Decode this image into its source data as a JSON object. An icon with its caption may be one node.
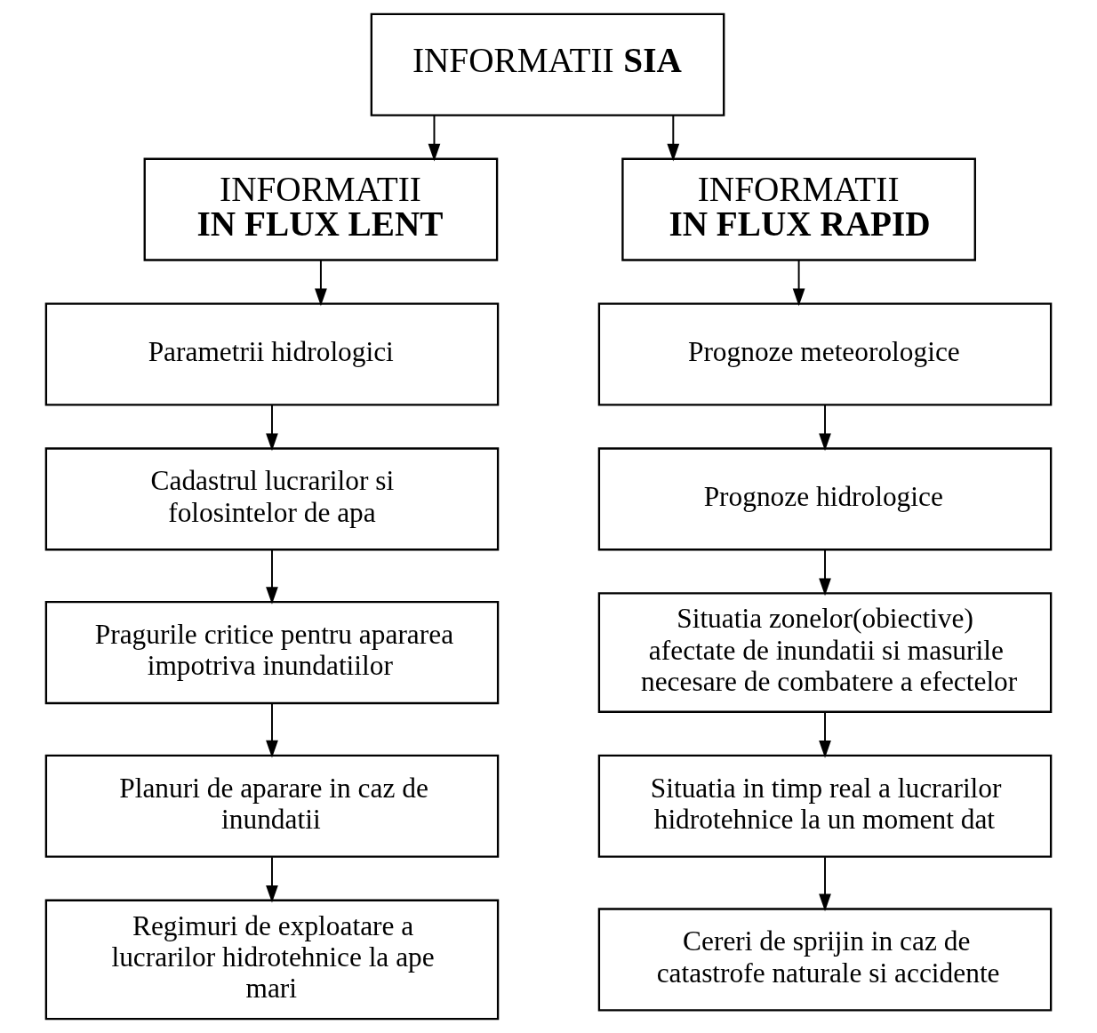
{
  "diagram": {
    "nodes": [
      {
        "text": [
          "INFORMATII **SIA**"
        ]
      },
      {
        "text": [
          "INFORMATII",
          "IN FLUX LENT"
        ]
      },
      {
        "text": [
          "INFORMATII",
          "IN FLUX RAPID"
        ]
      },
      {
        "text": [
          "Parametrii hidrologici"
        ]
      },
      {
        "text": [
          "Cadastrul lucrarilor si folosintelor de apa"
        ]
      },
      {
        "text": [
          "Pragurile critice pentru apararea impotriva inundatiilor"
        ]
      },
      {
        "text": [
          "Planuri de aparare in caz de inundatii"
        ]
      },
      {
        "text": [
          "Regimuri de exploatare a lucrarilor hidrotehnice la ape mari"
        ]
      },
      {
        "text": [
          "Prognoze meteorologice"
        ]
      },
      {
        "text": [
          "Prognoze hidrologice"
        ]
      },
      {
        "text": [
          "Situatia zonelor(obiective) afectate de inundatii si masurile necesare de combatere a efectelor"
        ]
      },
      {
        "text": [
          "Situatia in timp real a lucrarilor hidrotehnice la un moment dat"
        ]
      },
      {
        "text": [
          "Cereri de sprijin in caz de catastrofe naturale si accidente"
        ]
      }
    ],
    "edges": [
      {
        "from": 0,
        "to": 1,
        "arrow": "to"
      },
      {
        "from": 0,
        "to": 2,
        "arrow": "to"
      },
      {
        "from": 1,
        "to": 3,
        "arrow": "to"
      },
      {
        "from": 3,
        "to": 4,
        "arrow": "to"
      },
      {
        "from": 4,
        "to": 5,
        "arrow": "to"
      },
      {
        "from": 5,
        "to": 6,
        "arrow": "to"
      },
      {
        "from": 6,
        "to": 7,
        "arrow": "to"
      },
      {
        "from": 2,
        "to": 8,
        "arrow": "to"
      },
      {
        "from": 8,
        "to": 9,
        "arrow": "to"
      },
      {
        "from": 9,
        "to": 10,
        "arrow": "to"
      },
      {
        "from": 10,
        "to": 11,
        "arrow": "to"
      },
      {
        "from": 11,
        "to": 12,
        "arrow": "to"
      }
    ]
  }
}
